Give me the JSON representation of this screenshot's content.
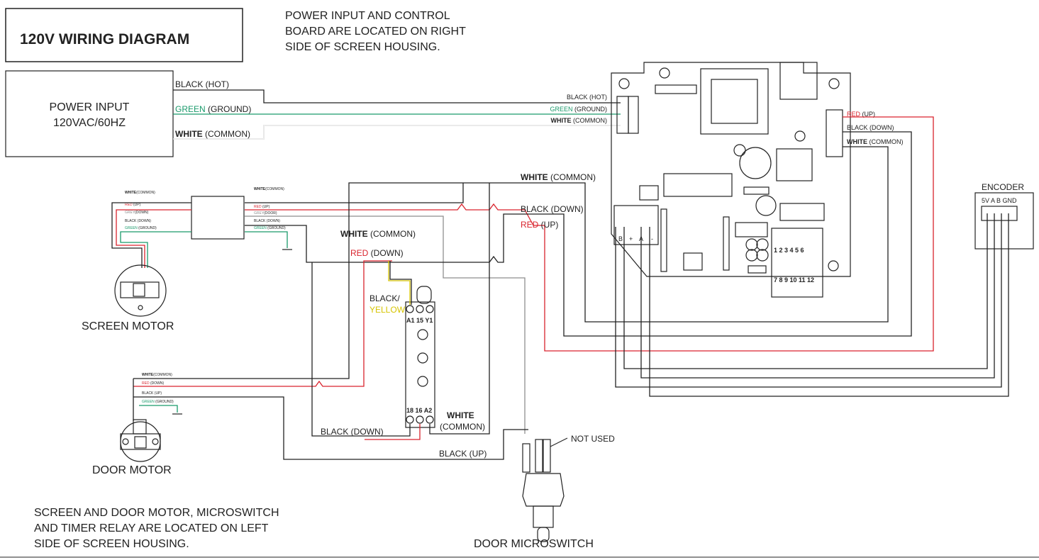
{
  "title": "120V WIRING DIAGRAM",
  "note_top": [
    "POWER INPUT AND CONTROL",
    "BOARD ARE LOCATED ON RIGHT",
    "SIDE OF SCREEN HOUSING."
  ],
  "note_bottom": [
    "SCREEN AND DOOR MOTOR, MICROSWITCH",
    "AND TIMER RELAY ARE LOCATED ON LEFT",
    "SIDE OF SCREEN HOUSING."
  ],
  "power_input": {
    "line1": "POWER INPUT",
    "line2": "120VAC/60HZ"
  },
  "power_wires": {
    "hot": "BLACK (HOT)",
    "ground_color": "GREEN",
    "ground_rest": " (GROUND)",
    "common_color": "WHITE",
    "common_rest": " (COMMON)"
  },
  "board_terminals_left": {
    "hot": "BLACK (HOT)",
    "ground_color": "GREEN",
    "ground_rest": " (GROUND)",
    "common_color": "WHITE",
    "common_rest": " (COMMON)"
  },
  "board_terminals_right": {
    "up_color": "RED",
    "up_rest": " (UP)",
    "down": "BLACK (DOWN)",
    "common_color": "WHITE",
    "common_rest": " (COMMON)"
  },
  "board_pins_left": [
    "B",
    "+",
    "A",
    "-"
  ],
  "board_terminal_numbers_top": "1 2 3 4 5 6",
  "board_terminal_numbers_bottom": "7 8 9 10 11 12",
  "encoder": {
    "label": "ENCODER",
    "pins": "5V A B GND"
  },
  "wire_labels": {
    "white_common_1": "WHITE",
    "white_common_1_rest": " (COMMON)",
    "black_down_1": "BLACK (DOWN)",
    "red_up_1_color": "RED",
    "red_up_1_rest": " (UP)",
    "white_common_2": "WHITE",
    "white_common_2_rest": " (COMMON)",
    "red_down_color": "RED",
    "red_down_rest": " (DOWN)",
    "black_yellow_1": "BLACK/",
    "black_yellow_2": "YELLOW",
    "white_common_relay": "WHITE",
    "white_common_relay_2": "(COMMON)",
    "black_down_2": "BLACK (DOWN)",
    "black_up": "BLACK (UP)",
    "not_used": "NOT USED"
  },
  "screen_motor_leads": {
    "common_color": "WHITE",
    "common_rest": "(COMMON)",
    "up_color": "RED",
    "up_rest": " (UP)",
    "down_color": "GREY",
    "down_rest": "(DOWN)",
    "black_down": "BLACK (DOWN)",
    "ground_color": "GREEN",
    "ground_rest": " (GROUND)"
  },
  "screen_connector_leads": {
    "common_color": "WHITE",
    "common_rest": "(COMMON)",
    "up_color": "RED",
    "up_rest": " (UP)",
    "down_color": "GREY",
    "down_rest": "(DOOR)",
    "black_down": "BLACK (DOWN)",
    "ground_color": "GREEN",
    "ground_rest": " (GROUND)"
  },
  "door_motor_leads": {
    "common_color": "WHITE",
    "common_rest": "(COMMON)",
    "down_color": "RED",
    "down_rest": " (DOWN)",
    "up": "BLACK (UP)",
    "ground_color": "GREEN",
    "ground_rest": " (GROUND)"
  },
  "relay": {
    "top_terminals": "A1 15 Y1",
    "bottom_terminals": "18 16 A2"
  },
  "components": {
    "screen_motor": "SCREEN MOTOR",
    "door_motor": "DOOR MOTOR",
    "door_microswitch": "DOOR MICROSWITCH"
  },
  "colors": {
    "red": "#d9232d",
    "green": "#1a9a6b",
    "yellow": "#d6c400",
    "grey": "#8e8e8e",
    "black": "#222222"
  }
}
